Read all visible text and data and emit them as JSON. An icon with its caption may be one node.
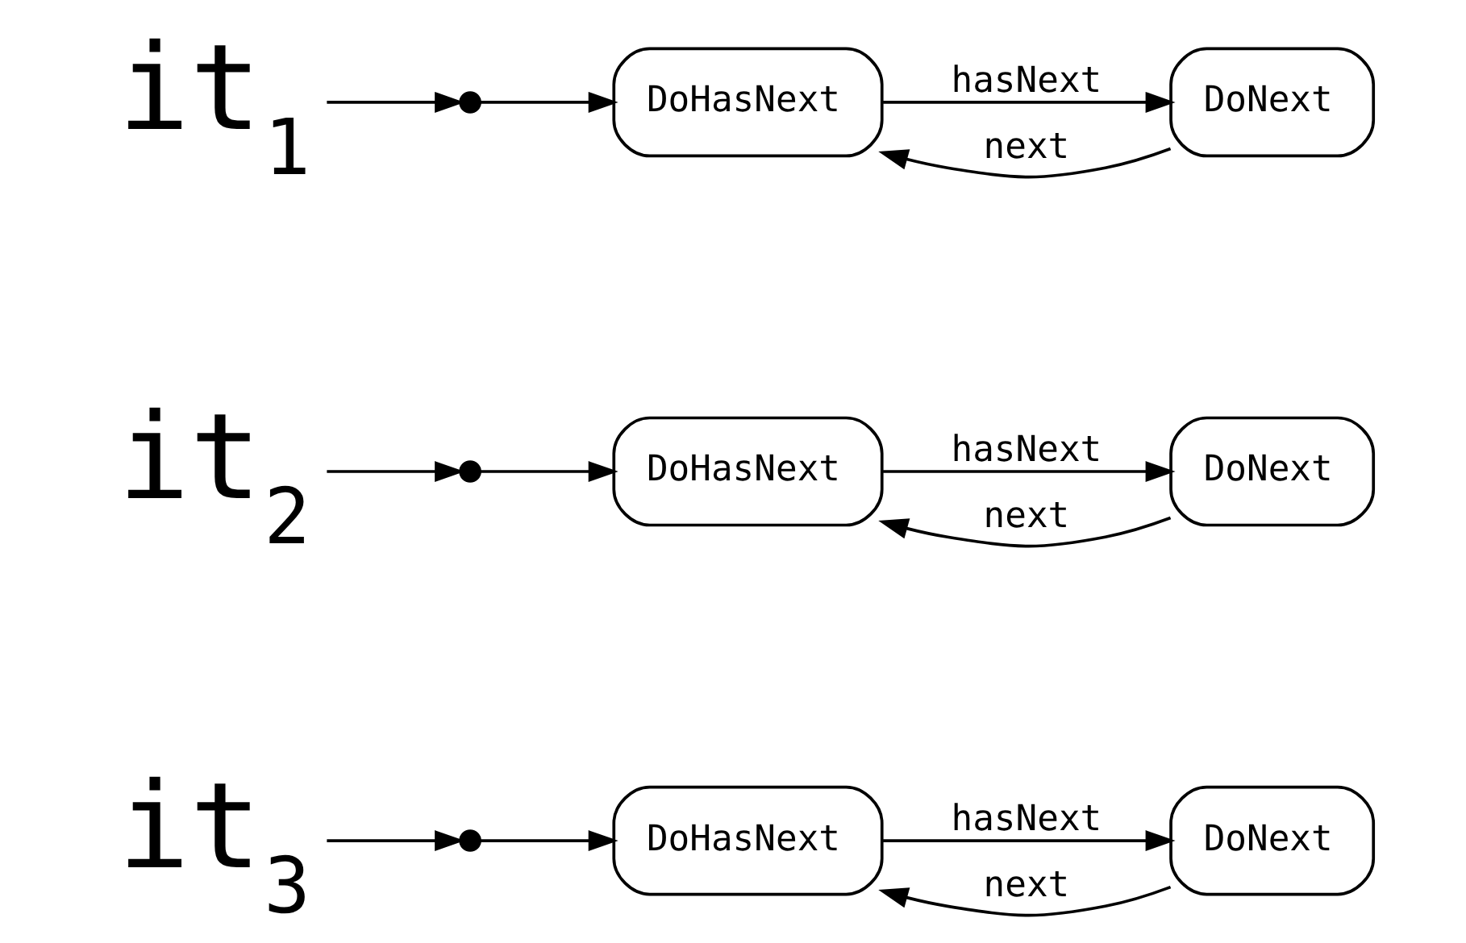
{
  "diagram": {
    "nodes": [
      {
        "text": [
          "it$_{1}$"
        ]
      },
      {
        "text": [],
        "shape": "circle"
      },
      {
        "text": [
          "DoHasNext"
        ]
      },
      {
        "text": [
          "DoNext"
        ]
      },
      {
        "text": [
          "it$_{2}$"
        ]
      },
      {
        "text": [],
        "shape": "circle"
      },
      {
        "text": [
          "DoHasNext"
        ]
      },
      {
        "text": [
          "DoNext"
        ]
      },
      {
        "text": [
          "it$_{3}$"
        ]
      },
      {
        "text": [],
        "shape": "circle"
      },
      {
        "text": [
          "DoHasNext"
        ]
      },
      {
        "text": [
          "DoNext"
        ]
      }
    ],
    "edges": [
      {
        "from": 0,
        "to": 1,
        "arrow": "to"
      },
      {
        "from": 1,
        "to": 2,
        "arrow": "to"
      },
      {
        "from": 2,
        "to": 3,
        "label": "hasNext",
        "arrow": "to"
      },
      {
        "from": 3,
        "to": 2,
        "label": "next",
        "arrow": "to"
      },
      {
        "from": 4,
        "to": 5,
        "arrow": "to"
      },
      {
        "from": 5,
        "to": 6,
        "arrow": "to"
      },
      {
        "from": 6,
        "to": 7,
        "label": "hasNext",
        "arrow": "to"
      },
      {
        "from": 7,
        "to": 6,
        "label": "next",
        "arrow": "to"
      },
      {
        "from": 8,
        "to": 9,
        "arrow": "to"
      },
      {
        "from": 9,
        "to": 10,
        "arrow": "to"
      },
      {
        "from": 10,
        "to": 11,
        "label": "hasNext",
        "arrow": "to"
      },
      {
        "from": 11,
        "to": 10,
        "label": "next",
        "arrow": "to"
      }
    ]
  }
}
